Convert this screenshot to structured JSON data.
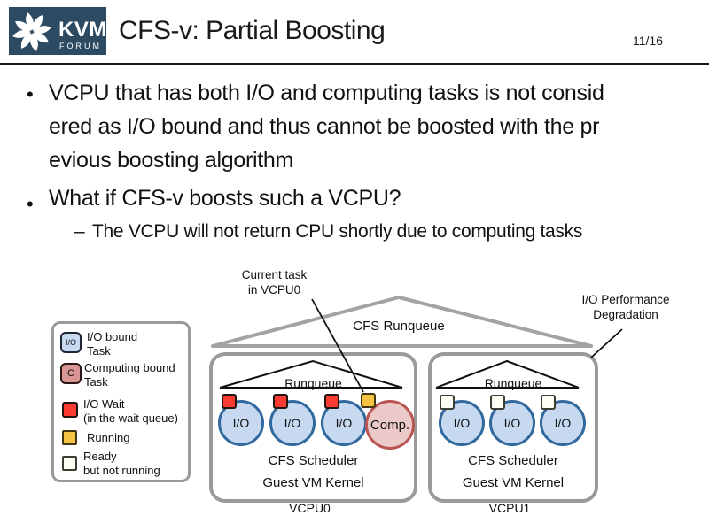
{
  "slide": {
    "logo": {
      "brand": "KVM",
      "brand_sub": "FORUM"
    },
    "title": "CFS-v: Partial Boosting",
    "page_number": "11/16"
  },
  "bullets": {
    "glyph": "•",
    "dash": "–",
    "b1_lines": [
      "VCPU that has both I/O and computing tasks is not consid",
      "ered as I/O bound and thus cannot be boosted with the pr",
      "evious boosting algorithm"
    ],
    "b2": "What if CFS-v boosts such a VCPU?",
    "b2_sub": "The VCPU will not return CPU shortly due to computing tasks"
  },
  "legend": {
    "items": [
      {
        "swatch_label": "I/O",
        "label_lines": [
          "I/O bound",
          "Task"
        ]
      },
      {
        "swatch_label": "C",
        "label_lines": [
          "Computing bound",
          "Task"
        ]
      },
      {
        "label_lines": [
          "I/O Wait",
          "(in the wait queue)"
        ]
      },
      {
        "label_lines": [
          "Running"
        ]
      },
      {
        "label_lines": [
          "Ready",
          "but not running"
        ]
      }
    ]
  },
  "diagram": {
    "cfs_runqueue_label": "CFS Runqueue",
    "annotations": {
      "current_task": {
        "lines": [
          "Current task",
          "in VCPU0"
        ]
      },
      "io_perf": {
        "lines": [
          "I/O Performance",
          "Degradation"
        ]
      }
    },
    "vcpu0": {
      "runqueue_label": "Runqueue",
      "tasks": [
        {
          "label": "I/O",
          "type": "io-bound",
          "status": "io-wait"
        },
        {
          "label": "I/O",
          "type": "io-bound",
          "status": "io-wait"
        },
        {
          "label": "I/O",
          "type": "io-bound",
          "status": "io-wait"
        },
        {
          "label": "Comp.",
          "type": "computing-bound",
          "status": "running"
        }
      ],
      "scheduler_label": "CFS Scheduler",
      "kernel_label": "Guest VM Kernel",
      "caption": "VCPU0"
    },
    "vcpu1": {
      "runqueue_label": "Runqueue",
      "tasks": [
        {
          "label": "I/O",
          "type": "io-bound",
          "status": "ready"
        },
        {
          "label": "I/O",
          "type": "io-bound",
          "status": "ready"
        },
        {
          "label": "I/O",
          "type": "io-bound",
          "status": "ready"
        }
      ],
      "scheduler_label": "CFS Scheduler",
      "kernel_label": "Guest VM Kernel",
      "caption": "VCPU1"
    }
  },
  "colors": {
    "logo_navy": "#2d4a63",
    "io_task_fill": "#c6d9f0",
    "io_task_border": "#31689e",
    "comp_task_fill": "#eccaca",
    "comp_task_border": "#b95653",
    "io_wait_red": "#fb3b31",
    "running_yellow": "#f5c242",
    "ready_white": "#fffef6",
    "box_border_gray": "#9a9a9a",
    "big_triangle_gray": "#a3a3a3"
  }
}
